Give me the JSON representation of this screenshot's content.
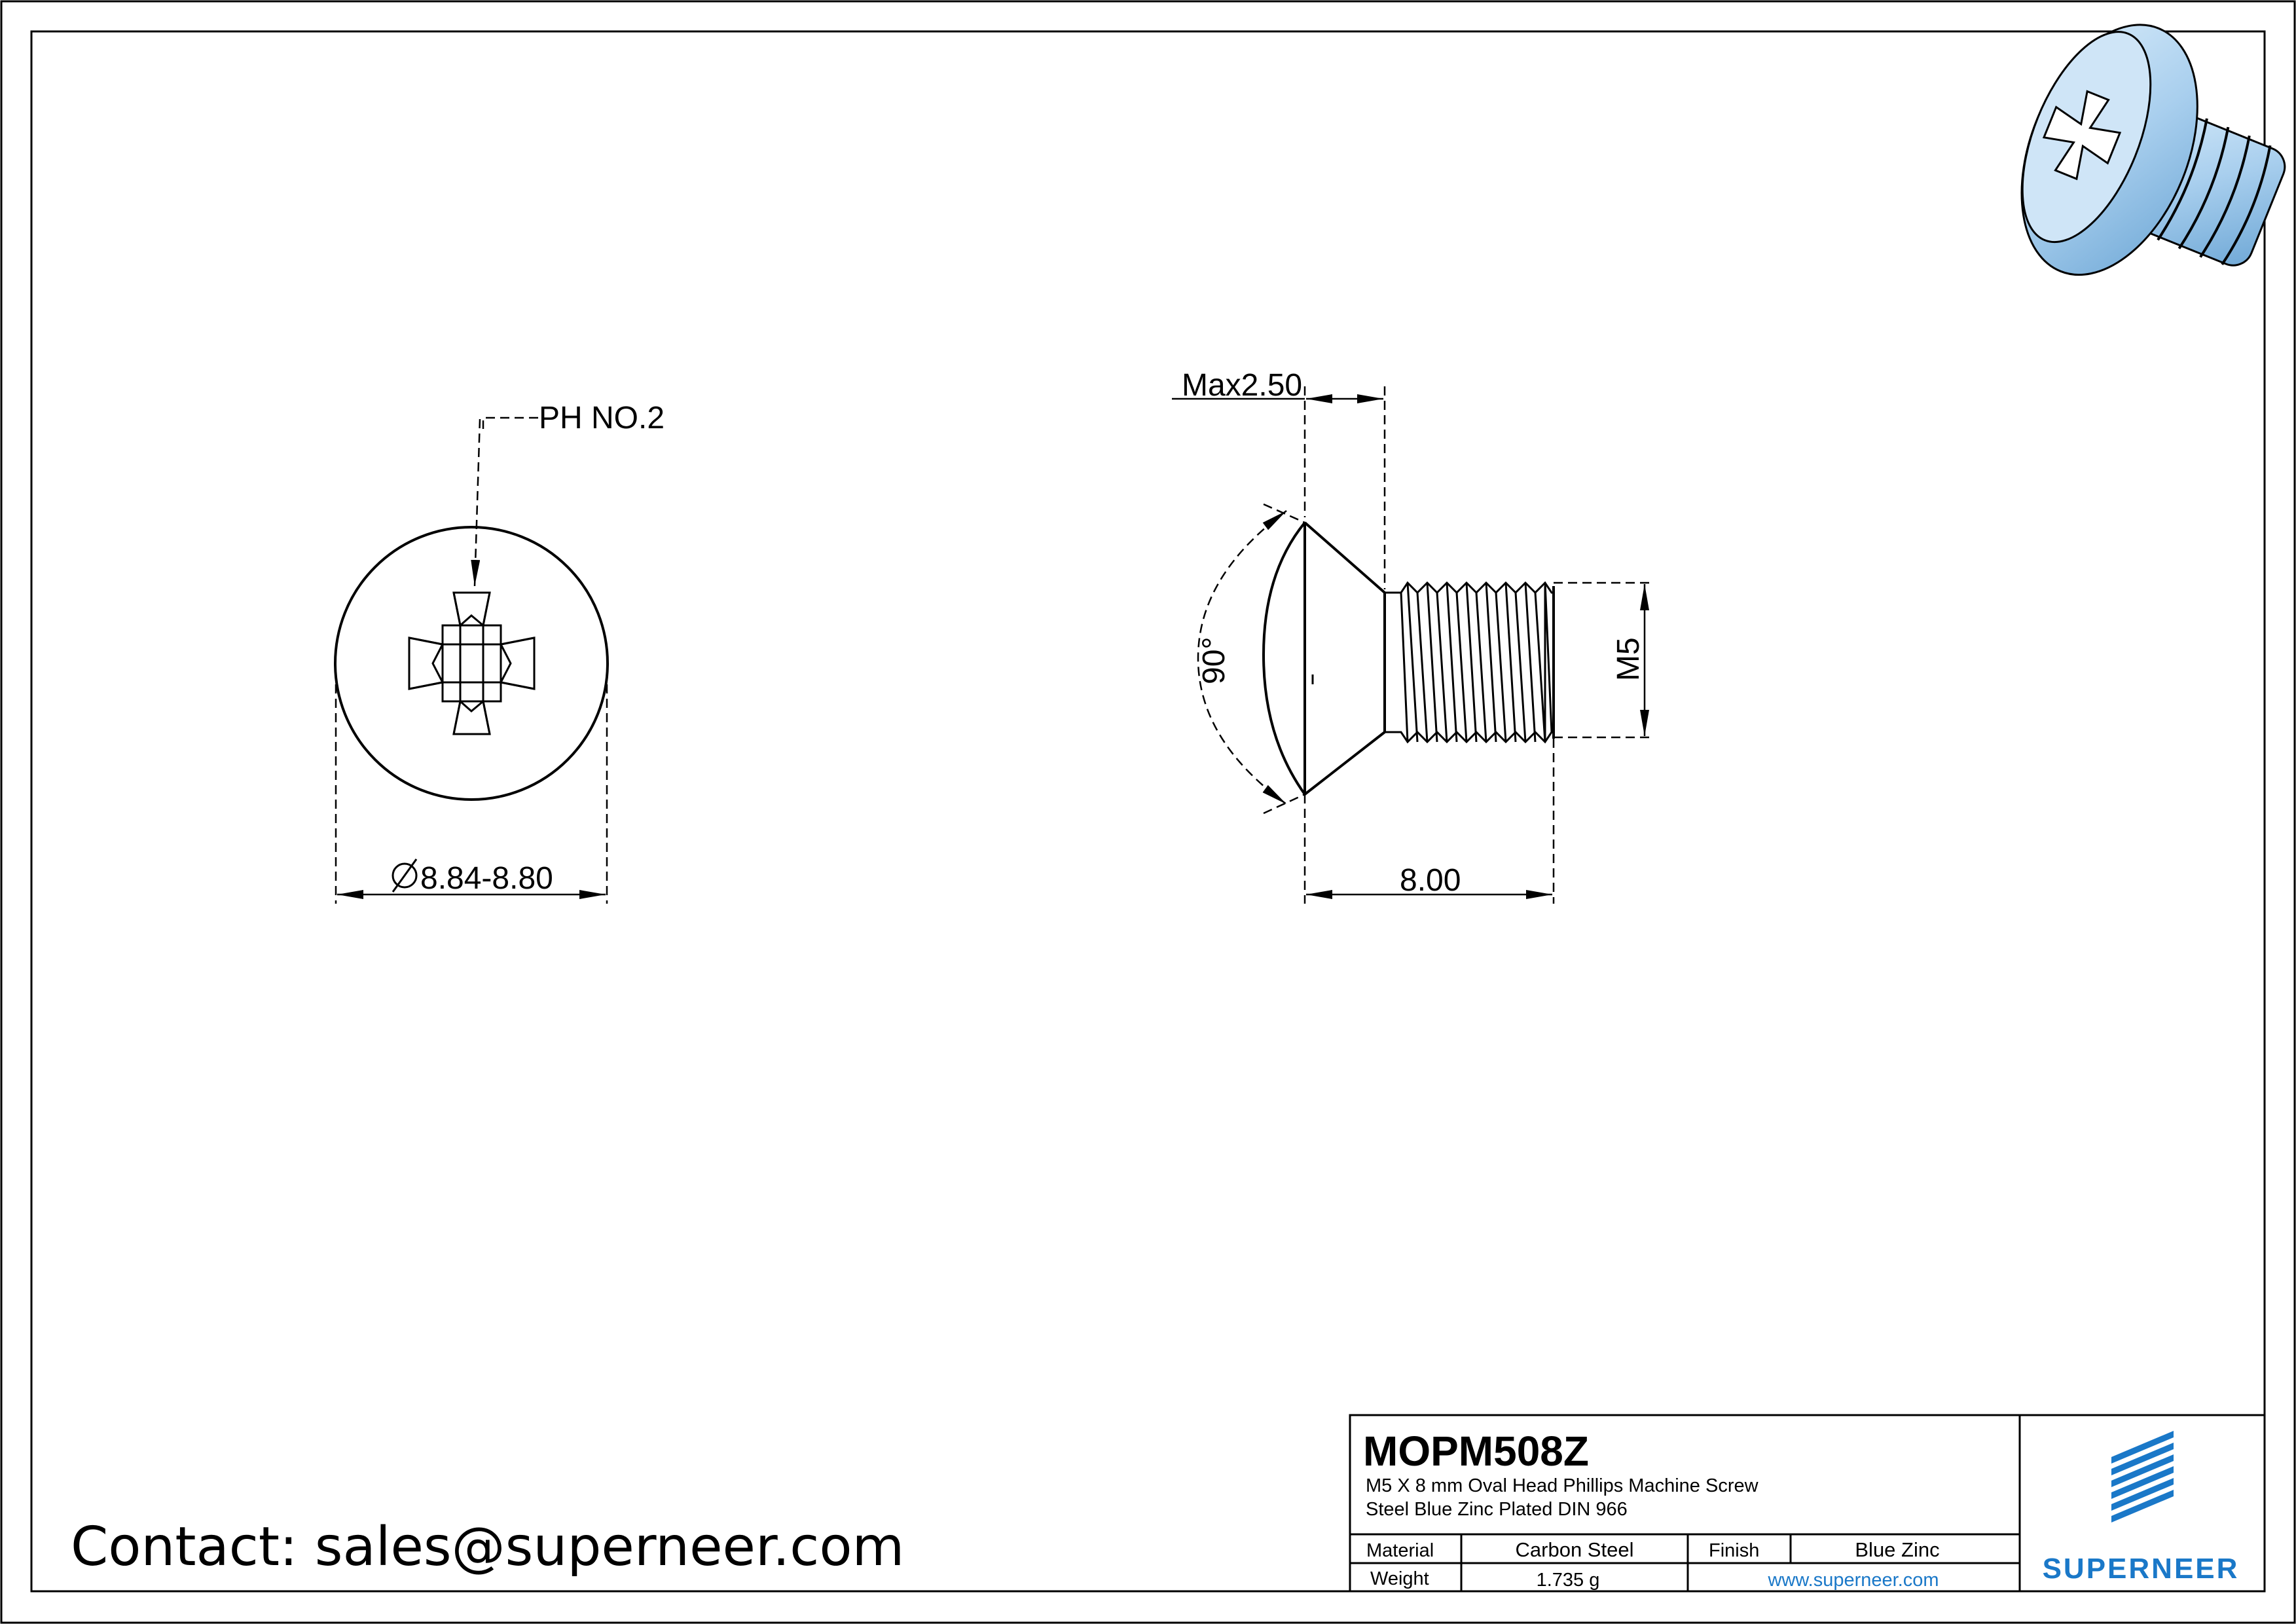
{
  "front_view": {
    "drive_label": "PH NO.2",
    "diameter_label": "8.84-8.80"
  },
  "side_view": {
    "head_height_label": "Max2.50",
    "angle_label": "90°",
    "thread_label": "M5",
    "length_label": "8.00"
  },
  "title_block": {
    "part_number": "MOPM508Z",
    "description_line1": "M5 X 8 mm  Oval Head Phillips Machine Screw",
    "description_line2": "Steel Blue Zinc Plated DIN 966",
    "material_label": "Material",
    "material_value": "Carbon Steel",
    "finish_label": "Finish",
    "finish_value": "Blue Zinc",
    "weight_label": "Weight",
    "weight_value": "1.735 g",
    "website": "www.superneer.com",
    "brand": "SUPERNEER"
  },
  "contact": "Contact: sales@superneer.com",
  "colors": {
    "line": "#000000",
    "brand": "#1a78c8",
    "render_blue": "#a9cfee"
  }
}
